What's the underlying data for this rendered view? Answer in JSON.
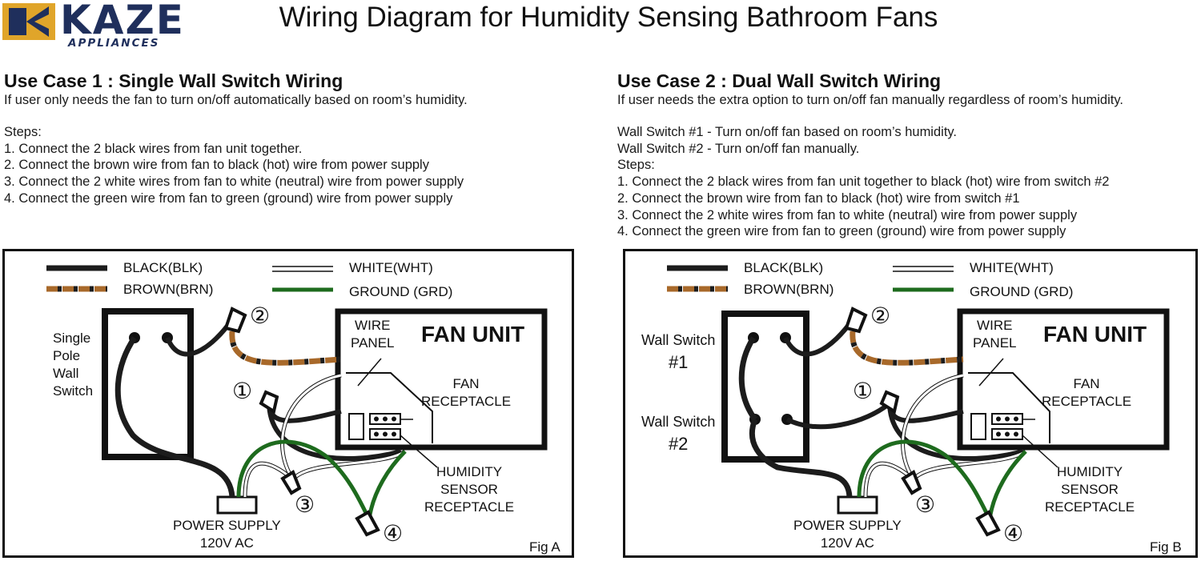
{
  "logo": {
    "text": "KAZE",
    "sub": "APPLIANCES",
    "mark_color": "#e0a52a",
    "text_color": "#1f2f5c"
  },
  "title": "Wiring Diagram for Humidity Sensing Bathroom Fans",
  "case1": {
    "title": "Use Case 1 : Single Wall Switch Wiring",
    "description": "If user only needs the fan to turn on/off automatically based on room’s humidity.",
    "steps_label": "Steps:",
    "steps": [
      "1. Connect the 2 black wires from fan unit together.",
      "2. Connect the brown wire from fan to black (hot) wire from power supply",
      "3. Connect the 2 white wires from fan to white (neutral) wire from power supply",
      "4. Connect the green wire from fan to green (ground) wire from power supply"
    ]
  },
  "case2": {
    "title": "Use Case 2 : Dual Wall Switch Wiring",
    "description": "If user needs the extra option to turn on/off fan manually regardless of room’s humidity.",
    "switch_notes": [
      "Wall Switch #1 - Turn on/off fan based on room’s humidity.",
      "Wall Switch #2 - Turn on/off fan manually."
    ],
    "steps_label": "Steps:",
    "steps": [
      "1. Connect the 2 black wires from fan unit together to black (hot) wire from switch #2",
      "2. Connect the brown wire from fan to black (hot) wire from switch #1",
      "3. Connect the 2 white wires from fan to white (neutral) wire from power supply",
      "4. Connect the green wire from fan to green (ground) wire from power supply"
    ]
  },
  "legend": {
    "black": "BLACK(BLK)",
    "brown": "BROWN(BRN)",
    "white": "WHITE(WHT)",
    "ground": "GROUND (GRD)"
  },
  "colors": {
    "black": "#1c1c1c",
    "brown": "#a8692a",
    "green": "#1e6b1e",
    "white": "#ffffff"
  },
  "figA": {
    "switch_label": [
      "Single",
      "Pole",
      "Wall",
      "Switch"
    ],
    "fan_unit": "FAN UNIT",
    "wire_panel": [
      "WIRE",
      "PANEL"
    ],
    "fan_receptacle": [
      "FAN",
      "RECEPTACLE"
    ],
    "humidity_receptacle": [
      "HUMIDITY",
      "SENSOR",
      "RECEPTACLE"
    ],
    "power_supply": [
      "POWER SUPPLY",
      "120V AC"
    ],
    "numbers": [
      "①",
      "②",
      "③",
      "④"
    ],
    "tag": "Fig A"
  },
  "figB": {
    "switch1_label": [
      "Wall Switch",
      "#1"
    ],
    "switch2_label": [
      "Wall Switch",
      "#2"
    ],
    "fan_unit": "FAN UNIT",
    "wire_panel": [
      "WIRE",
      "PANEL"
    ],
    "fan_receptacle": [
      "FAN",
      "RECEPTACLE"
    ],
    "humidity_receptacle": [
      "HUMIDITY",
      "SENSOR",
      "RECEPTACLE"
    ],
    "power_supply": [
      "POWER SUPPLY",
      "120V AC"
    ],
    "numbers": [
      "①",
      "②",
      "③",
      "④"
    ],
    "tag": "Fig B"
  }
}
